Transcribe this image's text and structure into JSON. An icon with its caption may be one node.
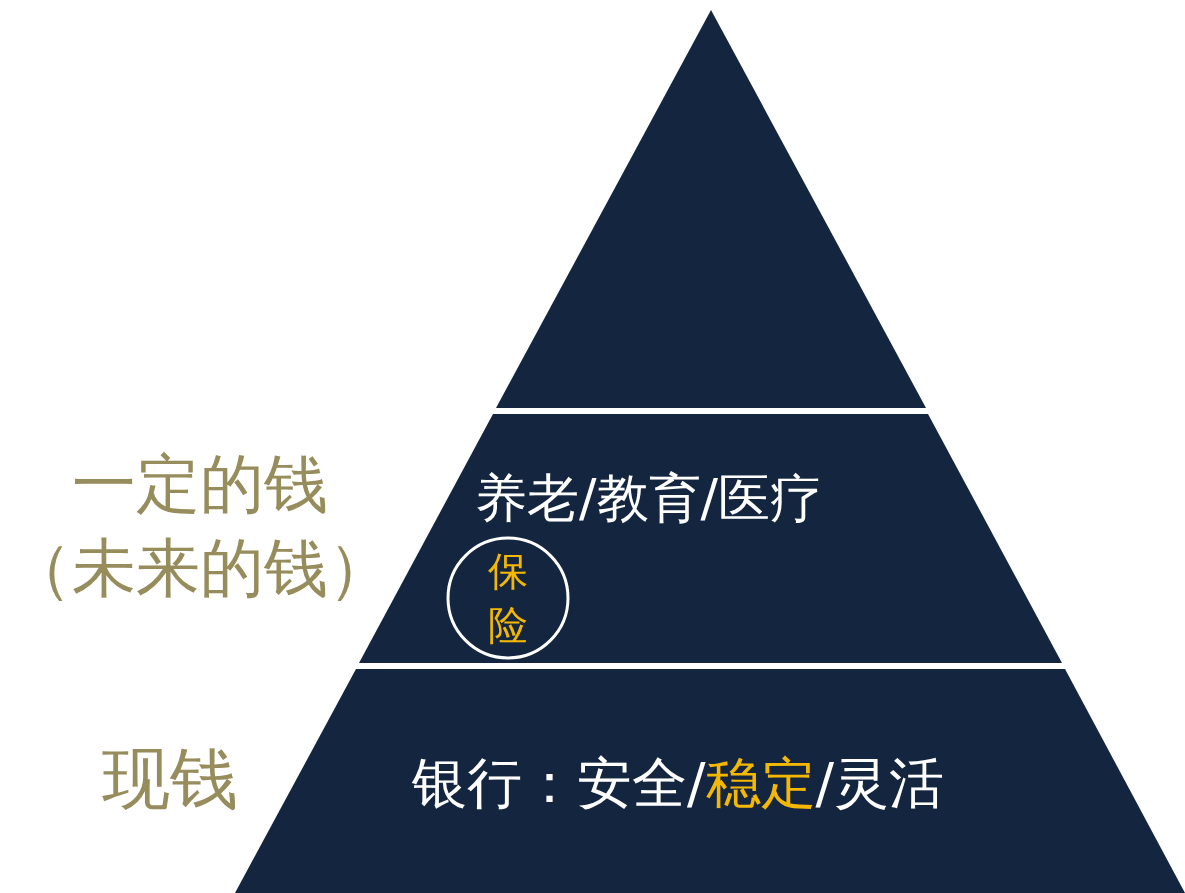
{
  "diagram": {
    "nodes": [
      {
        "text": [],
        "shape": "triangle"
      },
      {
        "text": [
          "养老/教育/医疗"
        ],
        "beside": [
          "一定的钱（未来的钱）"
        ]
      },
      {
        "text": [
          "保险"
        ],
        "in": 1
      },
      {
        "text": [
          "银行：安全/",
          "稳定",
          "/灵活"
        ],
        "beside": [
          "现钱"
        ]
      }
    ],
    "edges": []
  }
}
